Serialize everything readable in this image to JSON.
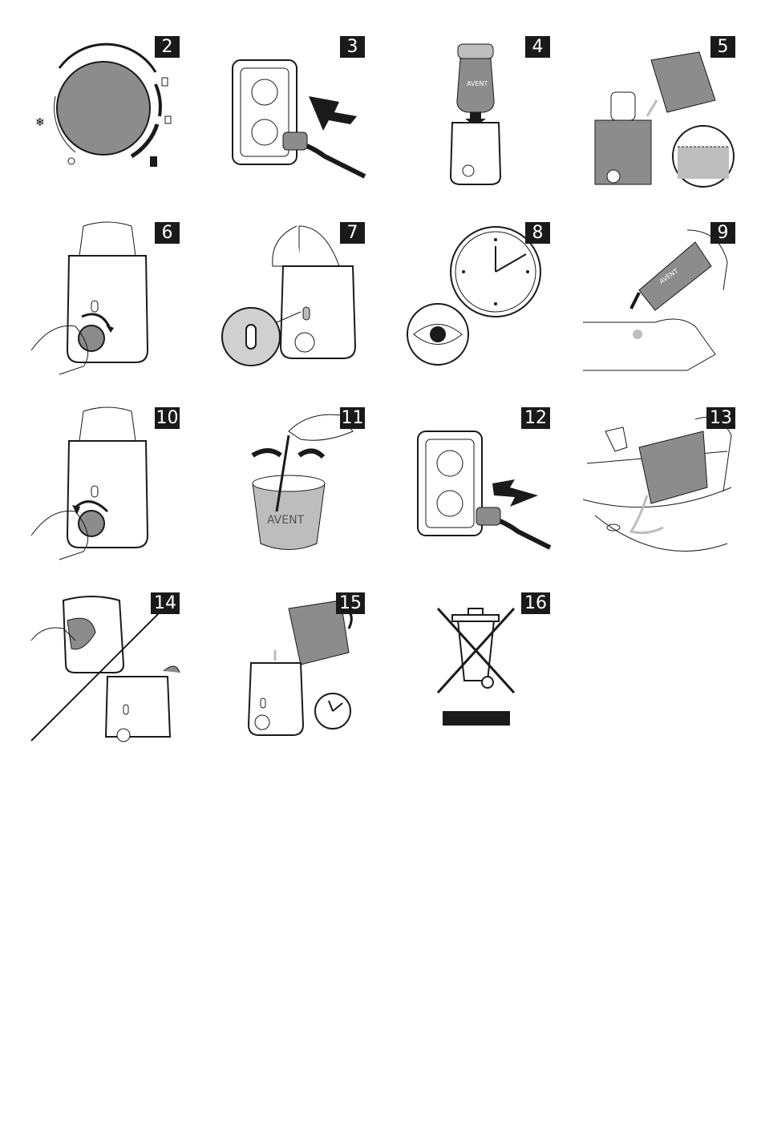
{
  "steps": [
    {
      "number": "2",
      "illustration": "thermostat-dial"
    },
    {
      "number": "3",
      "illustration": "plug-into-socket"
    },
    {
      "number": "4",
      "illustration": "insert-bottle"
    },
    {
      "number": "5",
      "illustration": "pour-water"
    },
    {
      "number": "6",
      "illustration": "turn-knob-on"
    },
    {
      "number": "7",
      "illustration": "indicator-light"
    },
    {
      "number": "8",
      "illustration": "watch-clock"
    },
    {
      "number": "9",
      "illustration": "test-on-wrist"
    },
    {
      "number": "10",
      "illustration": "turn-knob-off"
    },
    {
      "number": "11",
      "illustration": "stir-food"
    },
    {
      "number": "12",
      "illustration": "unplug"
    },
    {
      "number": "13",
      "illustration": "empty-in-sink"
    },
    {
      "number": "14",
      "illustration": "wipe-clean"
    },
    {
      "number": "15",
      "illustration": "descale"
    },
    {
      "number": "16",
      "illustration": "weee-disposal"
    }
  ],
  "logo_text": "AVENT",
  "colors": {
    "ink": "#1a1a1a",
    "gray": "#8c8c8c",
    "light": "#bdbdbd"
  }
}
